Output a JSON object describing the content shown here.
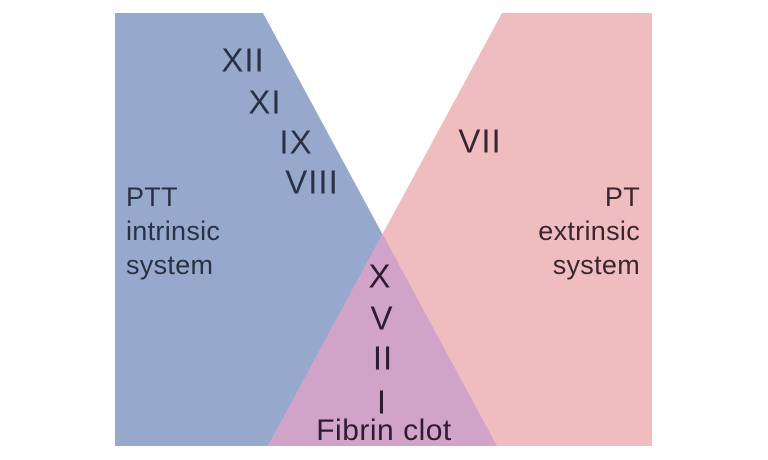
{
  "diagram": {
    "intrinsic": {
      "label_line1": "PTT",
      "label_line2": "intrinsic",
      "label_line3": "system",
      "factors": [
        "XII",
        "XI",
        "IX",
        "VIII"
      ]
    },
    "extrinsic": {
      "label_line1": "PT",
      "label_line2": "extrinsic",
      "label_line3": "system",
      "factors": [
        "VII"
      ]
    },
    "common": {
      "factors": [
        "X",
        "V",
        "II",
        "I"
      ],
      "caption": "Fibrin clot"
    },
    "colors": {
      "intrinsic_fill": "#96a9cc",
      "extrinsic_fill": "#efbdbf",
      "common_fill": "#d2a3c8",
      "background": "#ffffff",
      "text_on_blue": "#2b3144",
      "text_on_pink": "#3a2630",
      "text_on_purple": "#2e1c30"
    }
  }
}
